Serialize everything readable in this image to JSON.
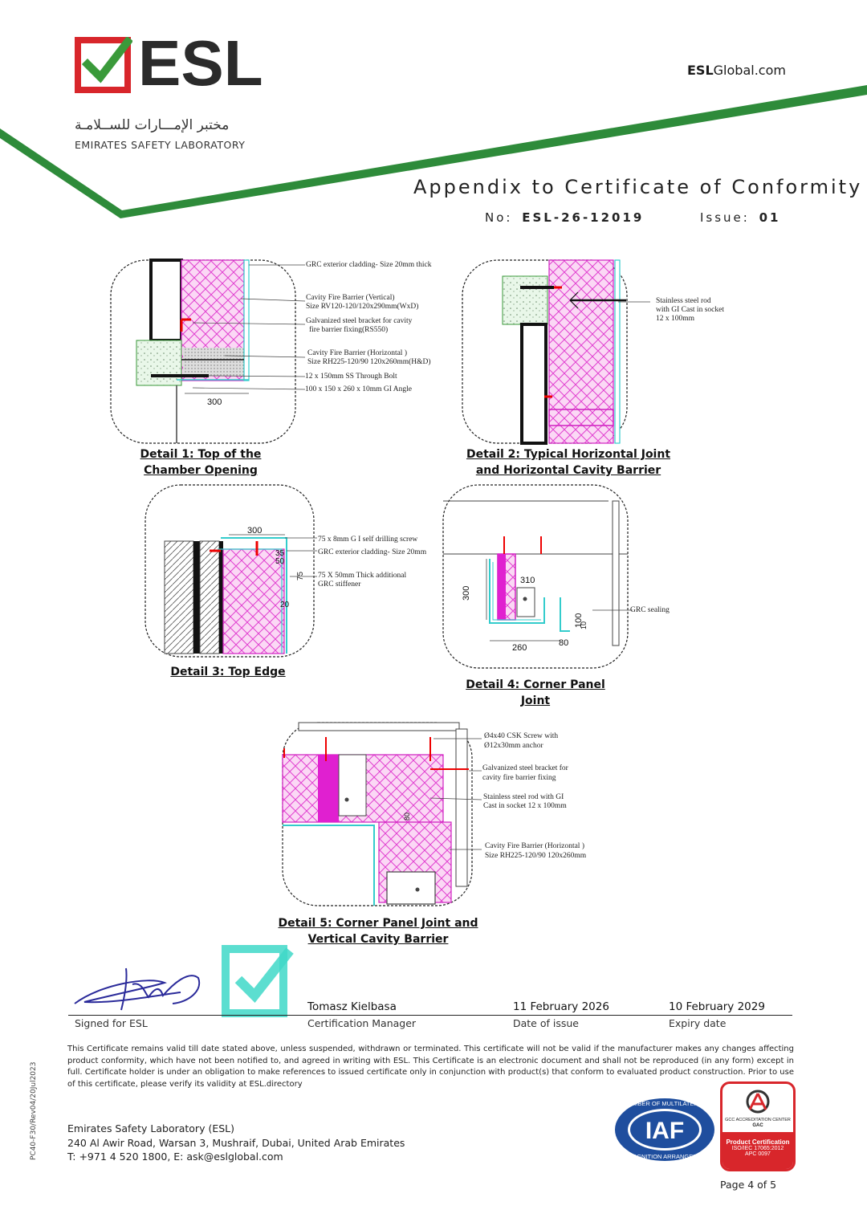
{
  "header": {
    "logo_text": "ESL",
    "logo_arabic": "مختبر الإمـــارات للســلامـة",
    "logo_english": "EMIRATES SAFETY LABORATORY",
    "website_bold": "ESL",
    "website_rest": "Global.com",
    "brand_colors": {
      "red": "#d8262b",
      "green": "#3a9a3a",
      "dark": "#2b2b2b"
    }
  },
  "document": {
    "title": "Appendix to Certificate of Conformity",
    "no_label": "No:",
    "no_value": "ESL-26-12019",
    "issue_label": "Issue:",
    "issue_value": "01"
  },
  "details": [
    {
      "caption_line1": "Detail 1: Top of the",
      "caption_line2": "Chamber Opening",
      "notes": [
        "GRC exterior cladding- Size 20mm thick",
        "Cavity Fire Barrier (Vertical)",
        "Size RV120-120/120x290mm(WxD)",
        "Galvanized steel bracket for cavity",
        "fire barrier fixing(RS550)",
        "Cavity Fire Barrier (Horizontal )",
        "Size RH225-120/90 120x260mm(H&D)",
        "12 x 150mm SS Through Bolt",
        "100 x 150 x 260 x 10mm GI Angle"
      ],
      "dims": [
        "300"
      ]
    },
    {
      "caption_line1": "Detail 2: Typical Horizontal Joint",
      "caption_line2": "and Horizontal Cavity Barrier",
      "notes": [
        "Stainless steel rod",
        "with GI Cast in  socket",
        "12 x 100mm"
      ]
    },
    {
      "caption_line1": "Detail 3: Top Edge",
      "notes": [
        "75 x 8mm G I self drilling screw",
        "GRC exterior cladding- Size 20mm",
        "75 X 50mm Thick additional",
        "GRC stiffener"
      ],
      "dims": [
        "300",
        "35",
        "50",
        "75",
        "20"
      ]
    },
    {
      "caption_line1": "Detail 4: Corner Panel Joint",
      "notes": [
        "GRC sealing"
      ],
      "dims": [
        "300",
        "310",
        "100",
        "10",
        "260",
        "80"
      ]
    },
    {
      "caption_line1": "Detail 5: Corner Panel Joint and",
      "caption_line2": "Vertical Cavity Barrier",
      "notes": [
        "Ø4x40 CSK Screw with",
        "Ø12x30mm  anchor",
        "Galvanized steel bracket for",
        "cavity fire barrier fixing",
        "Stainless steel rod with GI",
        "Cast in  socket 12 x 100mm",
        "Cavity Fire Barrier (Horizontal )",
        "Size RH225-120/90 120x260mm"
      ],
      "dims": [
        "80"
      ]
    }
  ],
  "signature": {
    "signed_for_label": "Signed for ESL",
    "name": "Tomasz Kielbasa",
    "role": "Certification Manager",
    "date_of_issue": "11 February 2026",
    "date_of_issue_label": "Date of issue",
    "expiry_date": "10 February 2029",
    "expiry_date_label": "Expiry date"
  },
  "disclaimer": "This Certificate remains valid till date stated above, unless suspended, withdrawn or terminated. This certificate will not be valid if the manufacturer makes any changes affecting product conformity, which have not been notified to, and agreed in writing with ESL. This Certificate is an electronic document and shall not be reproduced (in any form) except in full. Certificate holder is under an obligation to make references to issued certificate only in conjunction with product(s) that conform to evaluated product construction. Prior to use of this certificate, please verify its validity at ESL.directory",
  "footer": {
    "address_line1": "Emirates Safety Laboratory (ESL)",
    "address_line2": "240 Al Awir Road, Warsan 3, Mushraif, Dubai, United Arab Emirates",
    "address_line3": "T: +971 4 520 1800, E: ask@eslglobal.com",
    "side_code": "PC40-F30/Rev04/20Jul2023",
    "page": "Page 4 of 5",
    "iaf_text": "IAF",
    "iaf_ring_top": "MEMBER OF MULTILATERAL",
    "iaf_ring_bottom": "RECOGNITION ARRANGEMENT",
    "gac_line1": "GCC ACCREDITATION CENTER",
    "gac_line2": "GAC",
    "gac_cert1": "Product Certification",
    "gac_cert2": "ISO/IEC 17065:2012",
    "gac_cert3": "APC 0097"
  }
}
